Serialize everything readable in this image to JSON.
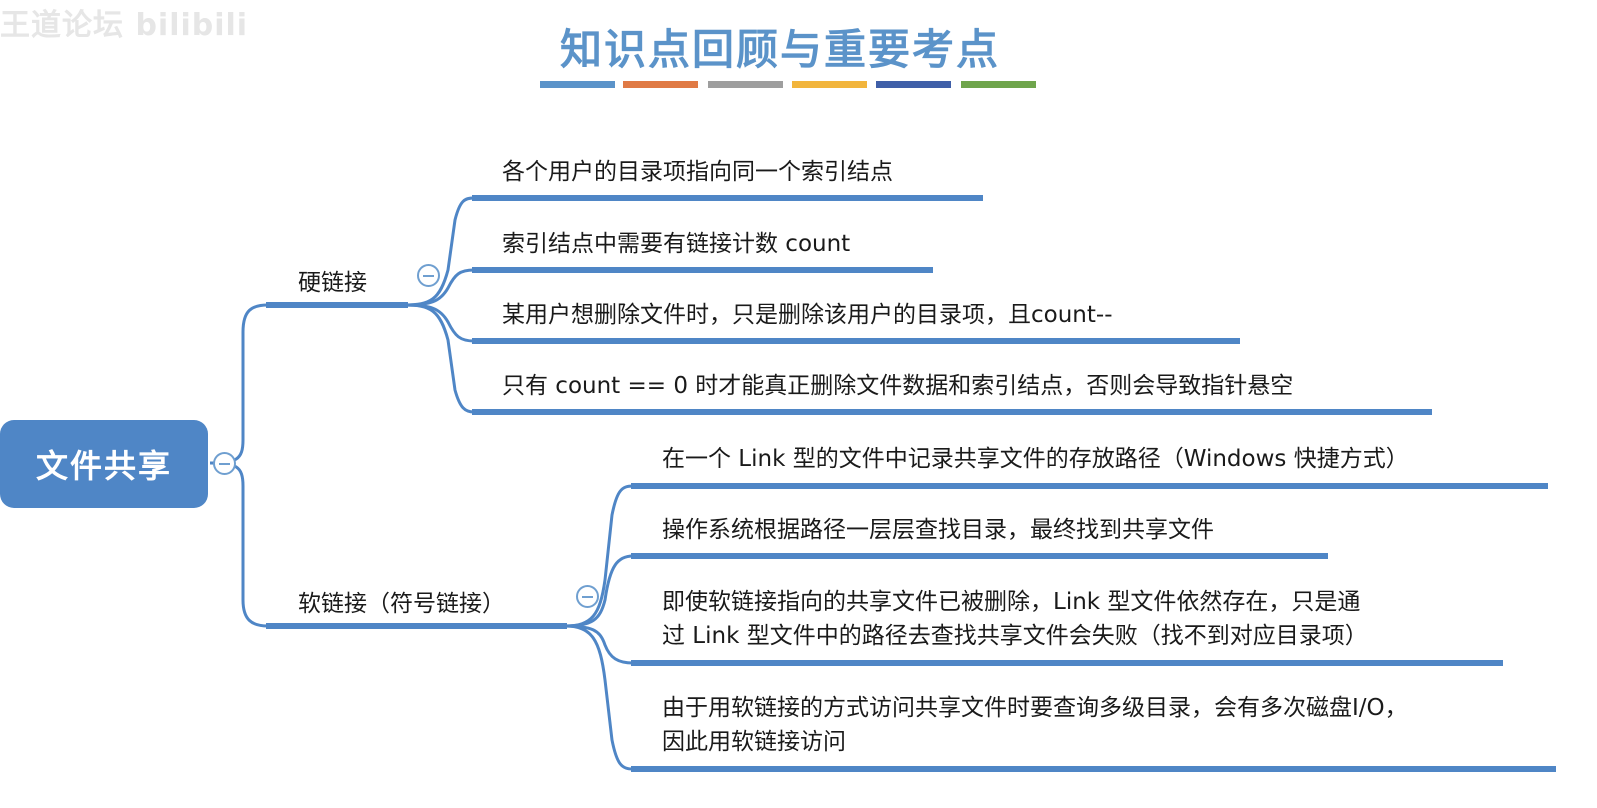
{
  "watermark": "王道论坛 bilibili",
  "title": "知识点回顾与重要考点",
  "title_bar_colors": [
    "#5b93c9",
    "#e07a45",
    "#9e9e9e",
    "#f2b53c",
    "#3f5fa8",
    "#6fa54c"
  ],
  "root": {
    "label": "文件共享",
    "color": "#4f86c6"
  },
  "line_color": "#4f86c6",
  "branches": [
    {
      "label": "硬链接",
      "items": [
        "各个用户的目录项指向同一个索引结点",
        "索引结点中需要有链接计数 count",
        "某用户想删除文件时，只是删除该用户的目录项，且count--",
        "只有 count == 0 时才能真正删除文件数据和索引结点，否则会导致指针悬空"
      ]
    },
    {
      "label": "软链接（符号链接）",
      "items": [
        "在一个 Link 型的文件中记录共享文件的存放路径（Windows 快捷方式）",
        "操作系统根据路径一层层查找目录，最终找到共享文件",
        [
          "即使软链接指向的共享文件已被删除，Link 型文件依然存在，只是通",
          "过 Link 型文件中的路径去查找共享文件会失败（找不到对应目录项）"
        ],
        [
          "由于用软链接的方式访问共享文件时要查询多级目录，会有多次磁盘I/O，",
          "因此用软链接访问"
        ]
      ]
    }
  ]
}
